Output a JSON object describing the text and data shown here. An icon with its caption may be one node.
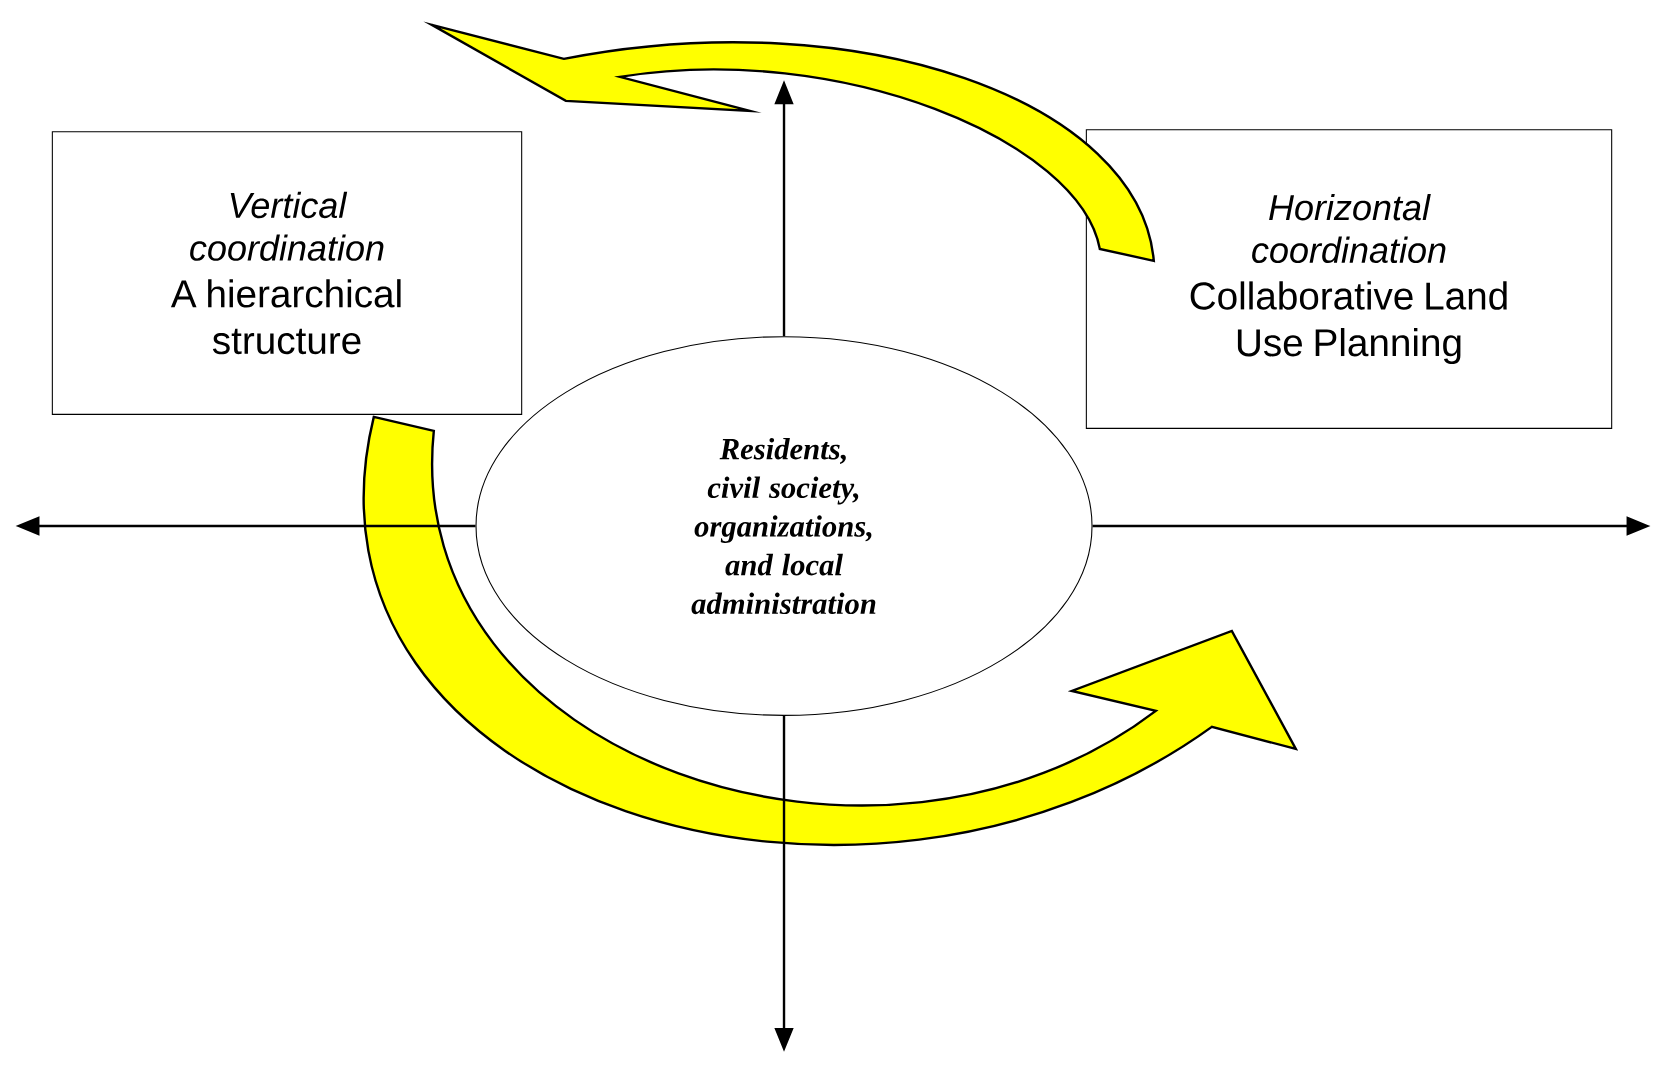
{
  "diagram": {
    "nodes": [
      {
        "text": [
          "Vertical coordination",
          "A hierarchical structure"
        ]
      },
      {
        "text": [
          "Residents, civil society, organizations, and local administration"
        ]
      },
      {
        "text": [
          "Horizontal coordination",
          "Collaborative Land Use Planning"
        ]
      }
    ],
    "edges": [
      {
        "from": 2,
        "to": null,
        "arrow": "to",
        "style": "thick",
        "color": "#ffff00"
      },
      {
        "from": 0,
        "to": null,
        "arrow": "to",
        "style": "thick",
        "color": "#ffff00"
      },
      {
        "from": 1,
        "to": null,
        "arrow": "to"
      },
      {
        "from": 1,
        "to": null,
        "arrow": "to"
      },
      {
        "from": 1,
        "to": null,
        "arrow": "to"
      },
      {
        "from": 1,
        "to": null,
        "arrow": "to"
      }
    ]
  }
}
